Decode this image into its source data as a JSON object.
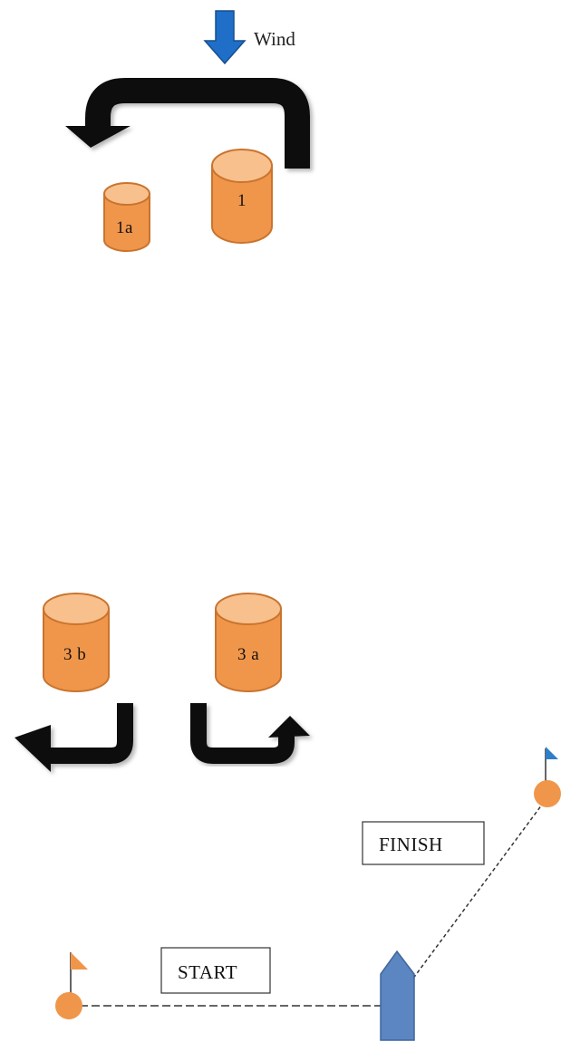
{
  "wind": {
    "label": "Wind",
    "arrow_color": "#1f6fc9"
  },
  "marks": {
    "m1": {
      "label": "1"
    },
    "m1a": {
      "label": "1a"
    },
    "m3b": {
      "label": "3 b"
    },
    "m3a": {
      "label": "3 a"
    }
  },
  "start": {
    "label": "START"
  },
  "finish": {
    "label": "FINISH"
  },
  "colors": {
    "mark_body": "#f0964a",
    "mark_top": "#f8c08c",
    "mark_outline": "#c9742e",
    "rounding_arrow": "#111111",
    "committee_boat": "#5b86c2",
    "flag_orange": "#f0964a",
    "flag_blue": "#2f7fc8",
    "buoy": "#f0964a",
    "line": "#333333"
  }
}
